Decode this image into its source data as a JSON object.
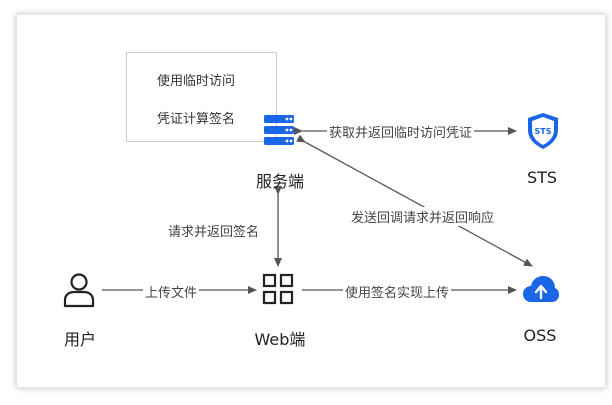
{
  "note": {
    "line1": "使用临时访问",
    "line2": "凭证计算签名"
  },
  "nodes": {
    "server": "服务端",
    "sts": "STS",
    "sts_badge": "STS",
    "user": "用户",
    "web": "Web端",
    "oss": "OSS"
  },
  "edges": {
    "server_sts": "获取并返回临时访问凭证",
    "web_server": "请求并返回签名",
    "oss_server": "发送回调请求并返回响应",
    "user_web": "上传文件",
    "web_oss": "使用签名实现上传"
  },
  "colors": {
    "accent": "#1a66e6",
    "line": "#555555"
  }
}
